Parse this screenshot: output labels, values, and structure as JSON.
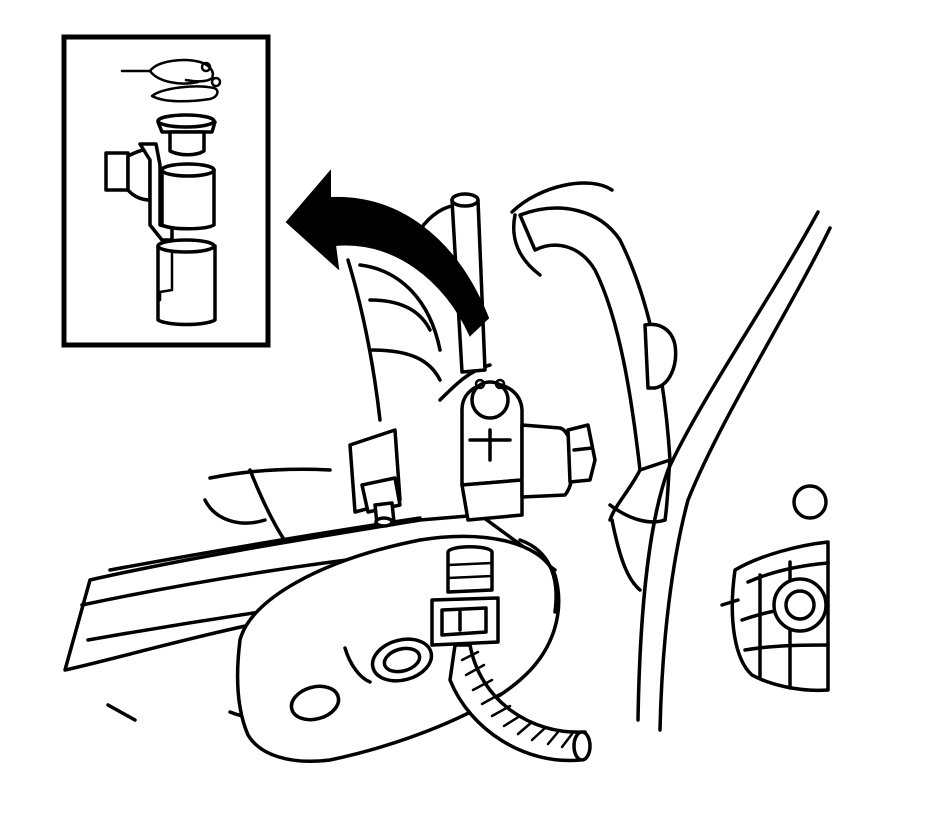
{
  "diagram": {
    "type": "line-art-service-illustration",
    "background_color": "#ffffff",
    "line_color": "#000000",
    "inset": {
      "components": [
        "retaining-clip",
        "bushing-sleeve",
        "connector-housing",
        "outer-sleeve"
      ]
    },
    "callout": {
      "style": "curved-arrow",
      "points_to": "inset"
    },
    "main_view": {
      "components": [
        "suspension-arm",
        "mounting-plate",
        "sensor-connector",
        "harness-connector",
        "wiring-conduit",
        "hex-bolt",
        "hose",
        "grille-bracket"
      ]
    }
  }
}
